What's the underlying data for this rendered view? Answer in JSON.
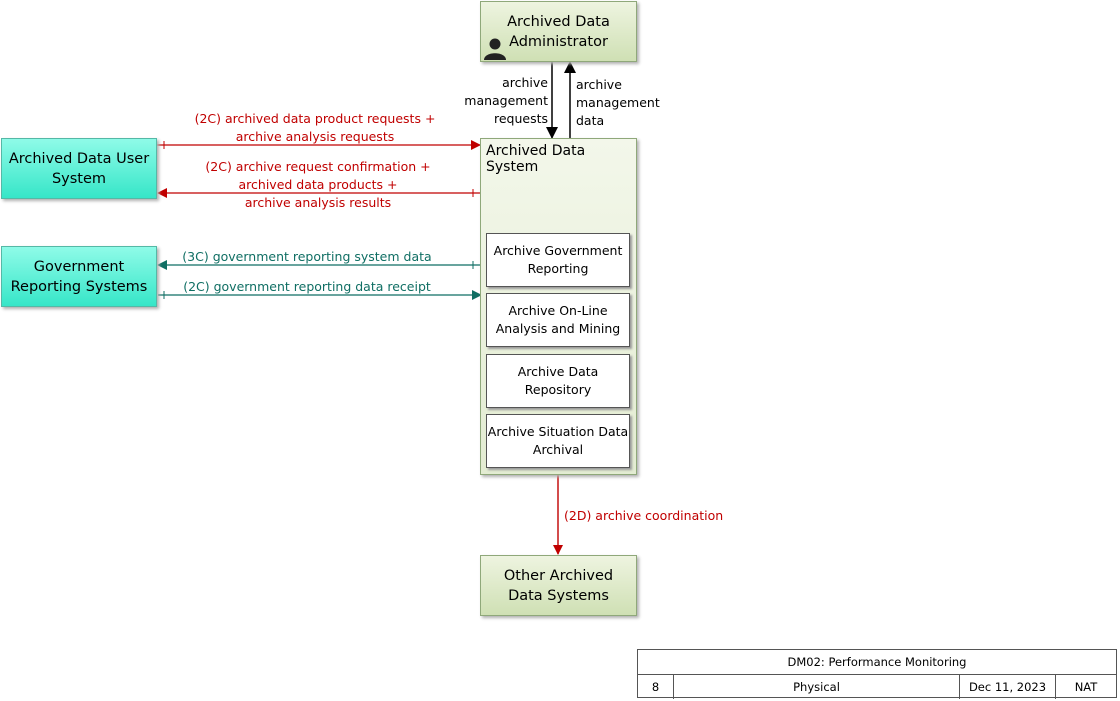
{
  "nodes": {
    "admin": "Archived Data Administrator",
    "user_system": "Archived Data User System",
    "gov_systems": "Government Reporting Systems",
    "other_archives": "Other Archived Data Systems"
  },
  "system": {
    "title": "Archived Data System",
    "subsystems": [
      "Archive Government Reporting",
      "Archive On-Line Analysis and Mining",
      "Archive Data Repository",
      "Archive Situation Data Archival"
    ]
  },
  "flows": {
    "mgmt_requests": [
      "archive",
      "management",
      "requests"
    ],
    "mgmt_data": [
      "archive",
      "management",
      "data"
    ],
    "product_requests": [
      "(2C) archived data product requests +",
      "archive analysis requests"
    ],
    "confirmation": [
      "(2C) archive request confirmation +",
      "archived data products +",
      "archive analysis results"
    ],
    "gov_data": "(3C) government reporting system data",
    "gov_receipt": "(2C) government reporting data receipt",
    "coordination": "(2D) archive coordination"
  },
  "legend": {
    "title": "DM02: Performance Monitoring",
    "page": "8",
    "view": "Physical",
    "date": "Dec 11, 2023",
    "scope": "NAT"
  },
  "colors": {
    "red_flow": "#c00000",
    "teal_flow": "#0f6e63",
    "black_flow": "#000000"
  }
}
